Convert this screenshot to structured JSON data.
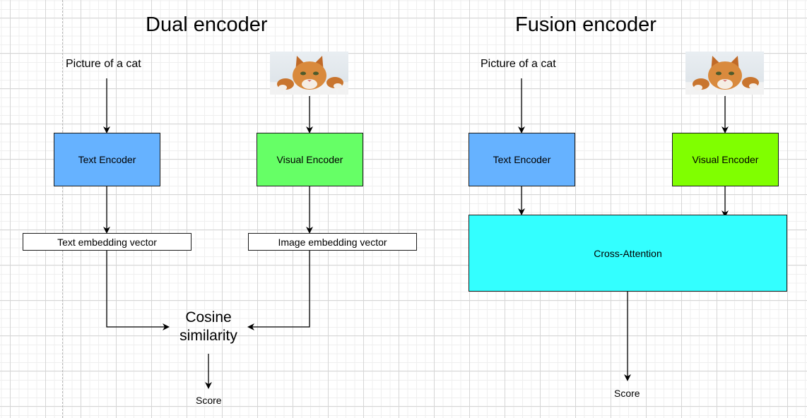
{
  "dual": {
    "title": "Dual encoder",
    "text_input": "Picture of a cat",
    "image_input_icon": "cat-photo",
    "text_encoder": {
      "label": "Text Encoder",
      "color": "#66B2FF"
    },
    "visual_encoder": {
      "label": "Visual Encoder",
      "color": "#66FF66"
    },
    "text_embedding": "Text embedding vector",
    "image_embedding": "Image embedding vector",
    "similarity": [
      "Cosine",
      "similarity"
    ],
    "output": "Score"
  },
  "fusion": {
    "title": "Fusion encoder",
    "text_input": "Picture of a cat",
    "image_input_icon": "cat-photo",
    "text_encoder": {
      "label": "Text Encoder",
      "color": "#66B2FF"
    },
    "visual_encoder": {
      "label": "Visual Encoder",
      "color": "#80FF00"
    },
    "cross_attention": {
      "label": "Cross-Attention",
      "color": "#33FFFF"
    },
    "output": "Score"
  }
}
